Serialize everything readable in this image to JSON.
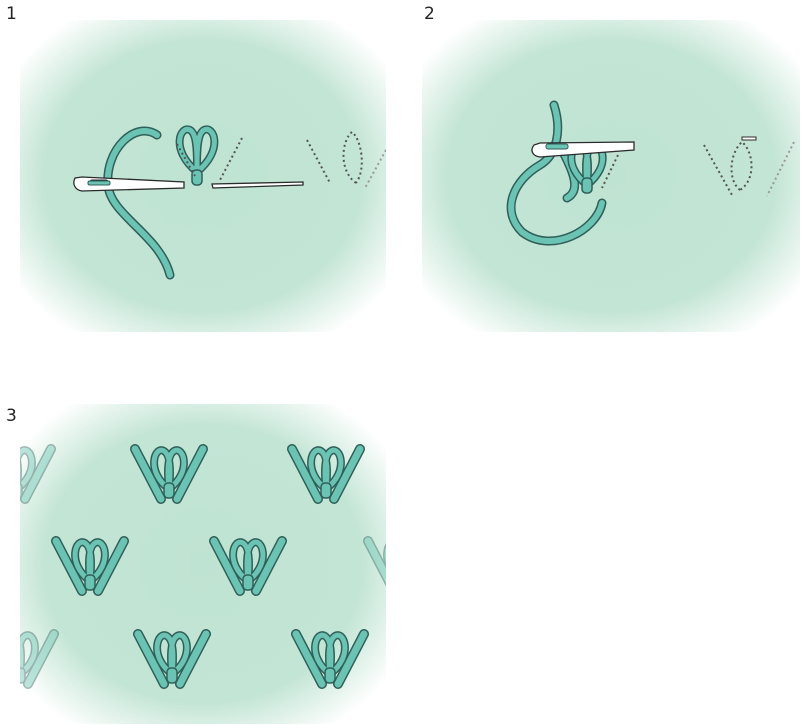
{
  "steps": [
    {
      "label": "1",
      "bg_color": "#bfe3d2"
    },
    {
      "label": "2",
      "bg_color": "#bfe3d2"
    },
    {
      "label": "3",
      "bg_color": "#bfe3d2"
    }
  ],
  "colors": {
    "thread_fill": "#6bc4b3",
    "thread_stroke": "#2f5f58",
    "needle_fill": "#ffffff",
    "needle_stroke": "#2b2b2b",
    "dotted_guide": "#555555",
    "page_bg": "#ffffff"
  }
}
